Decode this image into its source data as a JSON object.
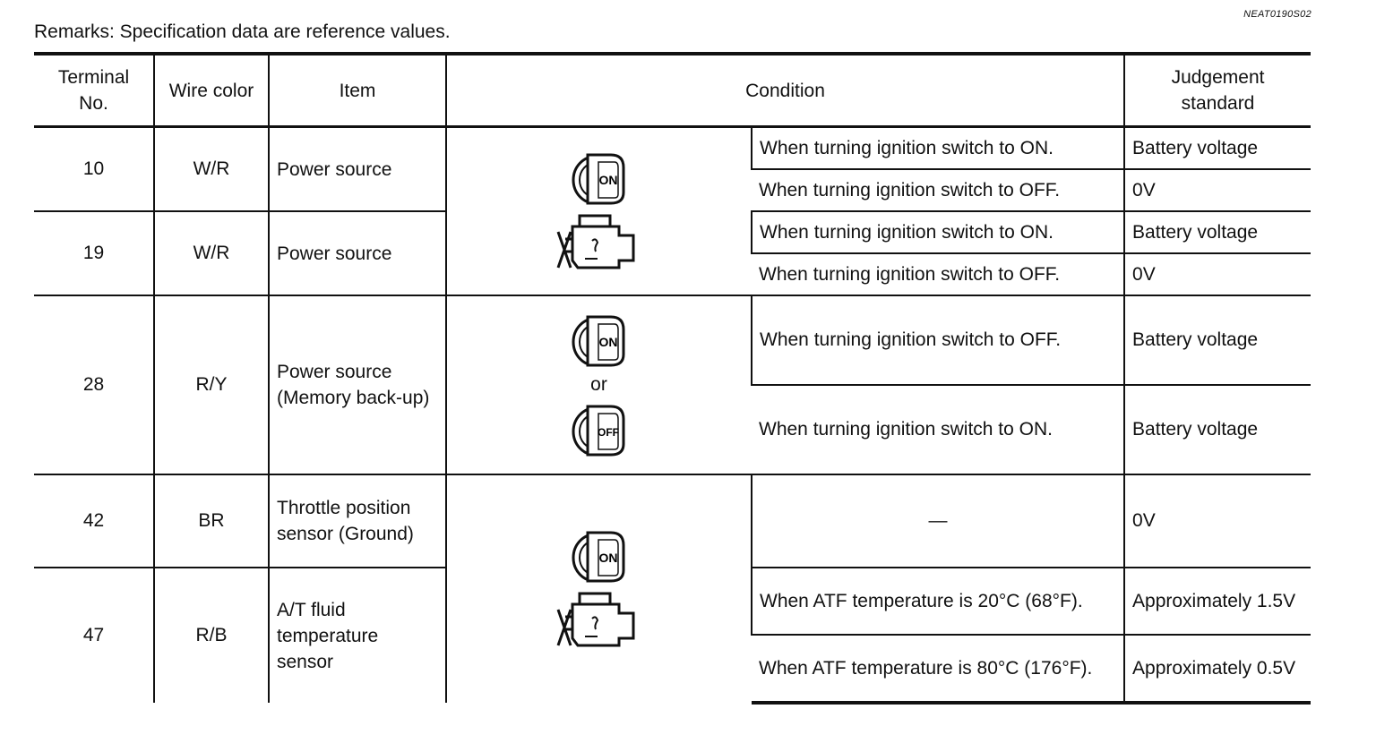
{
  "ref_code": "NEAT0190S02",
  "remarks": "Remarks: Specification data are reference values.",
  "headers": {
    "terminal": "Terminal No.",
    "wire": "Wire color",
    "item": "Item",
    "condition": "Condition",
    "judgement": "Judgement standard"
  },
  "rows": [
    {
      "terminal": "10",
      "wire": "W/R",
      "item": "Power source",
      "conditions": [
        {
          "text": "When turning ignition switch to ON.",
          "judgement": "Battery voltage"
        },
        {
          "text": "When turning ignition switch to OFF.",
          "judgement": "0V"
        }
      ]
    },
    {
      "terminal": "19",
      "wire": "W/R",
      "item": "Power source",
      "conditions": [
        {
          "text": "When turning ignition switch to ON.",
          "judgement": "Battery voltage"
        },
        {
          "text": "When turning ignition switch to OFF.",
          "judgement": "0V"
        }
      ]
    },
    {
      "terminal": "28",
      "wire": "R/Y",
      "item": "Power source (Memory back-up)",
      "conditions": [
        {
          "text": "When turning ignition switch to OFF.",
          "judgement": "Battery voltage"
        },
        {
          "text": "When turning ignition switch to ON.",
          "judgement": "Battery voltage"
        }
      ]
    },
    {
      "terminal": "42",
      "wire": "BR",
      "item": "Throttle position sensor (Ground)",
      "conditions": [
        {
          "text": "—",
          "judgement": "0V"
        }
      ]
    },
    {
      "terminal": "47",
      "wire": "R/B",
      "item": "A/T fluid temperature sensor",
      "conditions": [
        {
          "text": "When ATF temperature is 20°C (68°F).",
          "judgement": "Approximately 1.5V"
        },
        {
          "text": "When ATF temperature is 80°C (176°F).",
          "judgement": "Approximately 0.5V"
        }
      ]
    }
  ],
  "icons": {
    "key_on_label": "ON",
    "key_off_label": "OFF",
    "or_text": "or",
    "ignition_icon": "ignition-key-on-icon",
    "ignition_off_icon": "ignition-key-off-icon",
    "engine_icon": "engine-not-running-icon"
  }
}
